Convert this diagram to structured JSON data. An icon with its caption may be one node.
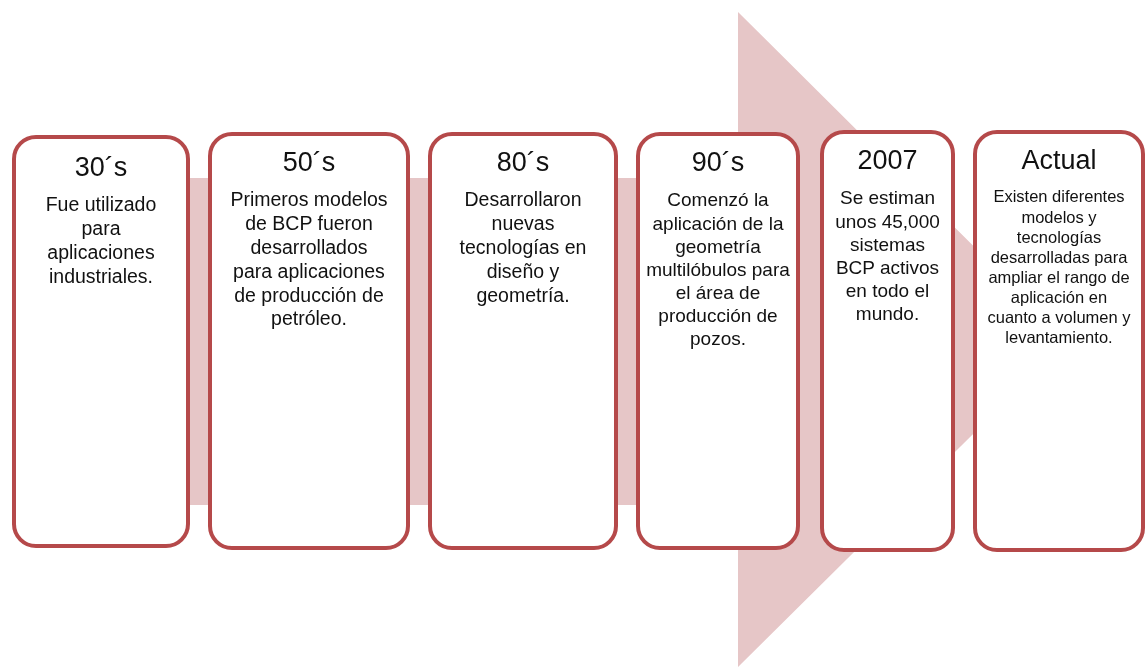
{
  "diagram": {
    "nodes": [
      {
        "text": [
          "30´s",
          "Fue utilizado para aplicaciones industriales."
        ]
      },
      {
        "text": [
          "50´s",
          "Primeros modelos de BCP fueron desarrollados para aplicaciones de producción de petróleo."
        ]
      },
      {
        "text": [
          "80´s",
          "Desarrollaron nuevas tecnologías en diseño y geometría."
        ]
      },
      {
        "text": [
          "90´s",
          "Comenzó la aplicación de la geometría multilóbulos para el área de producción de pozos."
        ]
      },
      {
        "text": [
          "2007",
          "Se estiman unos 45,000 sistemas BCP activos en todo el mundo."
        ]
      },
      {
        "text": [
          "Actual",
          "Existen diferentes modelos y tecnologías desarrolladas para ampliar el rango de aplicación en cuanto a volumen y levantamiento."
        ]
      }
    ],
    "edges": [
      {
        "from": 0,
        "to": 5,
        "arrow": "to"
      }
    ]
  }
}
